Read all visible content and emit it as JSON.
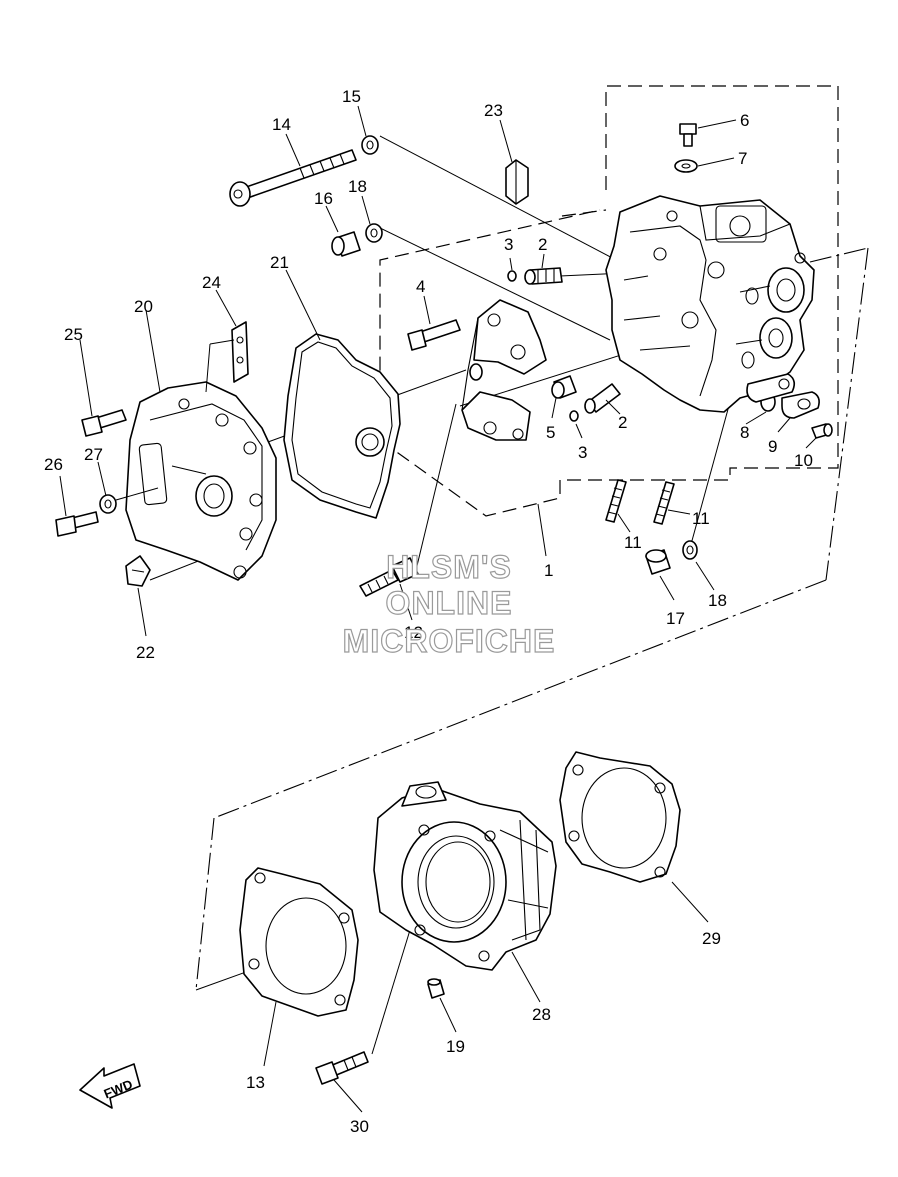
{
  "callouts": {
    "c1": "1",
    "c2a": "2",
    "c2b": "2",
    "c3a": "3",
    "c3b": "3",
    "c4": "4",
    "c5": "5",
    "c6": "6",
    "c7": "7",
    "c8": "8",
    "c9": "9",
    "c10": "10",
    "c11a": "11",
    "c11b": "11",
    "c12": "12",
    "c13": "13",
    "c14": "14",
    "c15": "15",
    "c16": "16",
    "c17": "17",
    "c18a": "18",
    "c18b": "18",
    "c19": "19",
    "c20": "20",
    "c21": "21",
    "c22": "22",
    "c23": "23",
    "c24": "24",
    "c25": "25",
    "c26": "26",
    "c27": "27",
    "c28": "28",
    "c29": "29",
    "c30": "30"
  },
  "watermark": {
    "line1": "HLSM'S",
    "line2": "ONLINE",
    "line3": "MICROFICHE"
  },
  "direction_arrow": {
    "label": "FWD",
    "icon": "fwd-arrow-icon"
  }
}
